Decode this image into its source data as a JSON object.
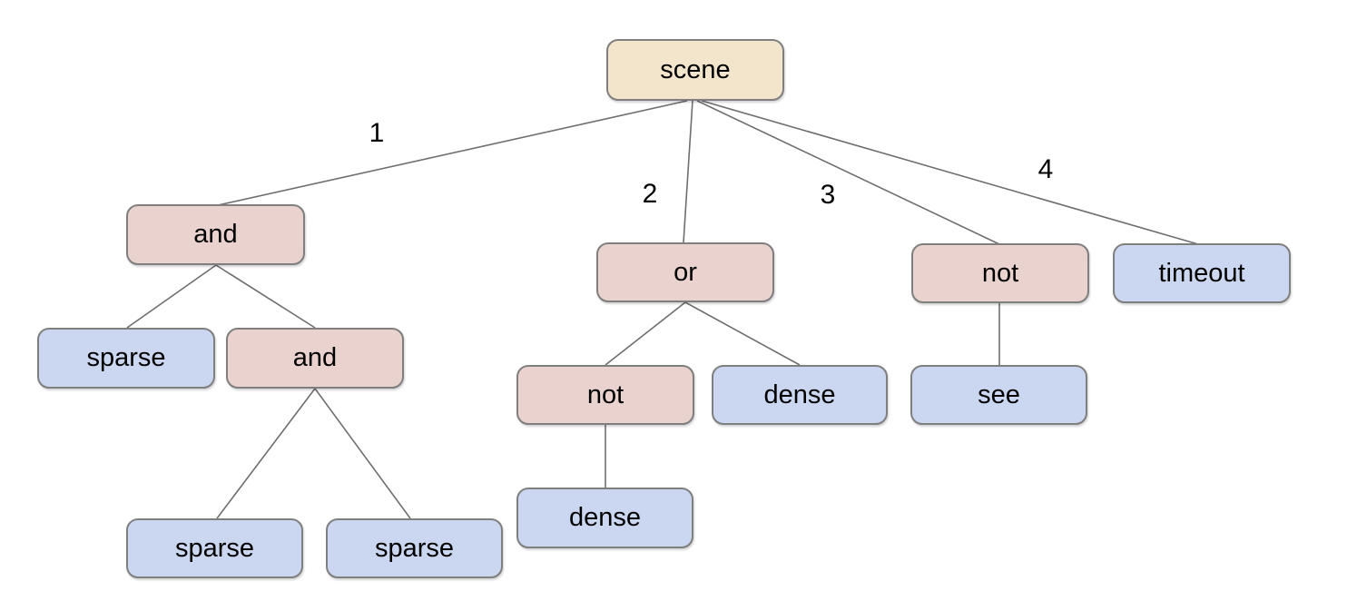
{
  "diagram": {
    "kind": "tree-diagram",
    "colors": {
      "background": "#ffffff",
      "root_fill": "#f3e5cc",
      "operator_fill": "#ead2ce",
      "leaf_fill": "#cbd6f0",
      "node_border": "#7f7f7f",
      "edge_stroke": "#6e6e6e",
      "text": "#000000"
    },
    "nodes": {
      "scene": {
        "label": "scene",
        "kind": "root"
      },
      "and1": {
        "label": "and",
        "kind": "operator"
      },
      "or1": {
        "label": "or",
        "kind": "operator"
      },
      "not1": {
        "label": "not",
        "kind": "operator"
      },
      "timeout": {
        "label": "timeout",
        "kind": "leaf"
      },
      "sparse1": {
        "label": "sparse",
        "kind": "leaf"
      },
      "and2": {
        "label": "and",
        "kind": "operator"
      },
      "not2": {
        "label": "not",
        "kind": "operator"
      },
      "dense1": {
        "label": "dense",
        "kind": "leaf"
      },
      "see": {
        "label": "see",
        "kind": "leaf"
      },
      "sparse2": {
        "label": "sparse",
        "kind": "leaf"
      },
      "sparse3": {
        "label": "sparse",
        "kind": "leaf"
      },
      "dense2": {
        "label": "dense",
        "kind": "leaf"
      }
    },
    "edges": [
      {
        "from": "scene",
        "to": "and1",
        "label": "1"
      },
      {
        "from": "scene",
        "to": "or1",
        "label": "2"
      },
      {
        "from": "scene",
        "to": "not1",
        "label": "3"
      },
      {
        "from": "scene",
        "to": "timeout",
        "label": "4"
      },
      {
        "from": "and1",
        "to": "sparse1",
        "label": ""
      },
      {
        "from": "and1",
        "to": "and2",
        "label": ""
      },
      {
        "from": "and2",
        "to": "sparse2",
        "label": ""
      },
      {
        "from": "and2",
        "to": "sparse3",
        "label": ""
      },
      {
        "from": "or1",
        "to": "not2",
        "label": ""
      },
      {
        "from": "or1",
        "to": "dense1",
        "label": ""
      },
      {
        "from": "not2",
        "to": "dense2",
        "label": ""
      },
      {
        "from": "not1",
        "to": "see",
        "label": ""
      }
    ]
  }
}
